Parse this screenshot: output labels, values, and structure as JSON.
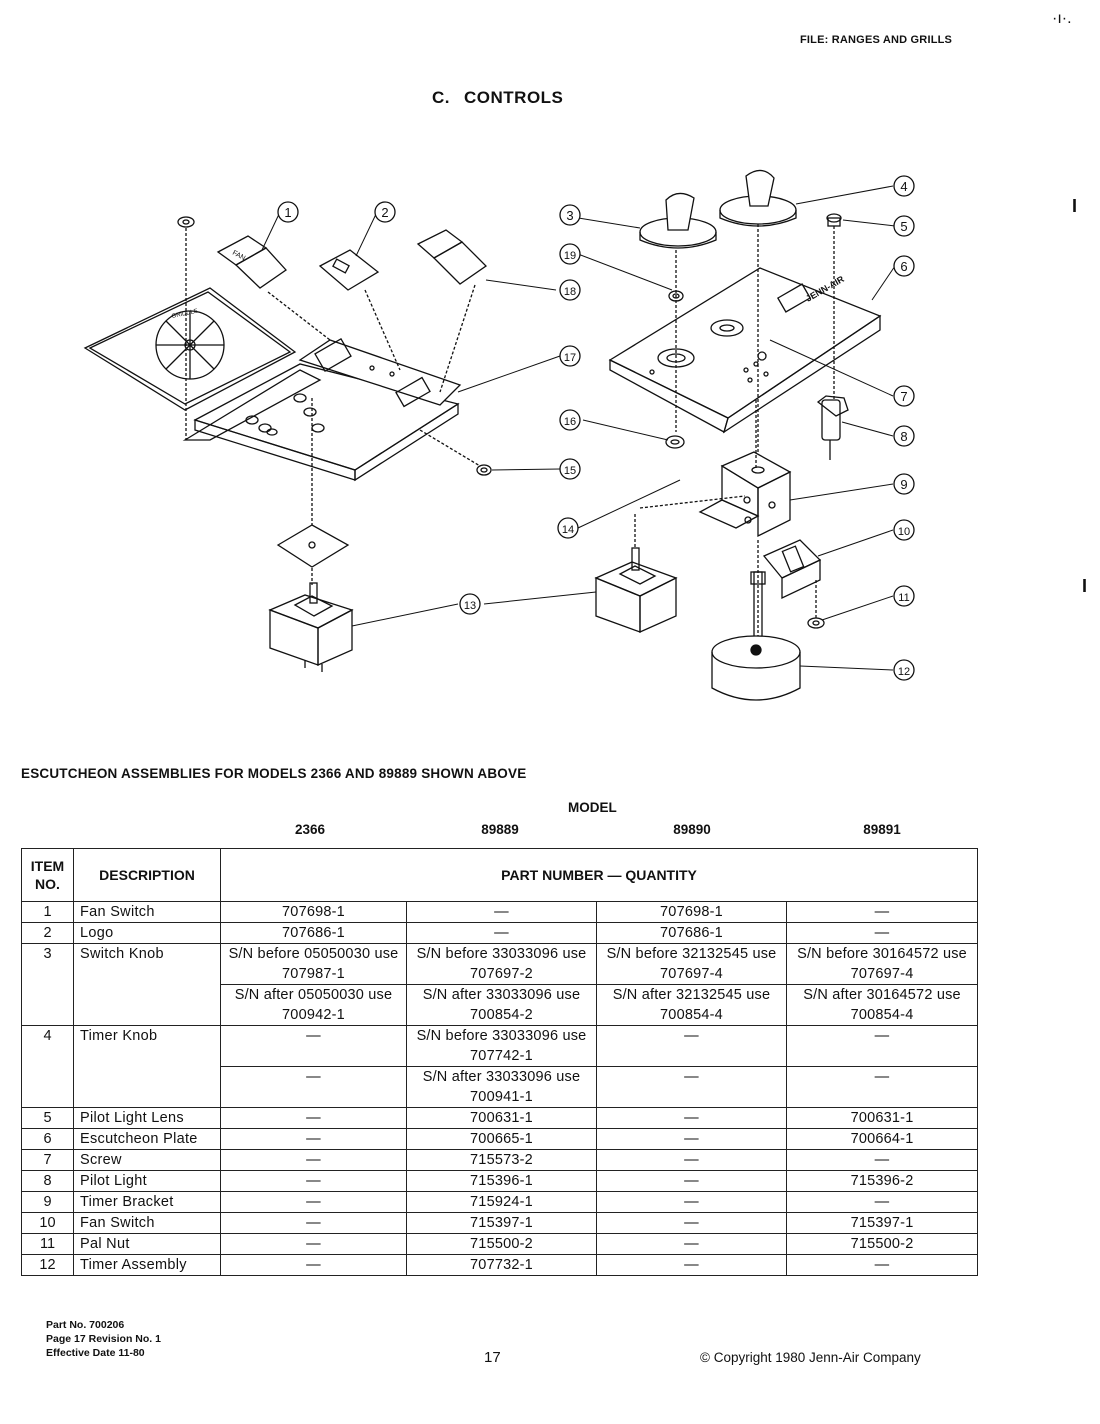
{
  "header": {
    "file_label": "FILE: RANGES AND GRILLS",
    "corner_mark": "·ı·.",
    "section_letter": "C.",
    "section_title": "CONTROLS"
  },
  "diagram": {
    "callouts": [
      "1",
      "2",
      "3",
      "4",
      "5",
      "6",
      "7",
      "8",
      "9",
      "10",
      "11",
      "12",
      "13",
      "14",
      "15",
      "16",
      "17",
      "18",
      "19"
    ],
    "panel_labels": {
      "fan": "FAN",
      "griddle": "GRIDDLE",
      "brand": "JENN-AIR"
    }
  },
  "table_section": {
    "heading": "ESCUTCHEON ASSEMBLIES FOR MODELS 2366 AND 89889 SHOWN ABOVE",
    "model_label": "MODEL",
    "models": [
      "2366",
      "89889",
      "89890",
      "89891"
    ],
    "col_item": "ITEM NO.",
    "col_item_l1": "ITEM",
    "col_item_l2": "NO.",
    "col_desc": "DESCRIPTION",
    "col_part": "PART NUMBER — QUANTITY",
    "rows": [
      {
        "item": "1",
        "desc": "Fan Switch",
        "c": [
          "707698-1",
          "—",
          "707698-1",
          "—"
        ]
      },
      {
        "item": "2",
        "desc": "Logo",
        "c": [
          "707686-1",
          "—",
          "707686-1",
          "—"
        ]
      },
      {
        "item": "3",
        "desc": "Switch Knob",
        "c": [
          "S/N before 05050030 use 707987-1",
          "S/N before 33033096 use 707697-2",
          "S/N before 32132545 use 707697-4",
          "S/N before 30164572 use 707697-4"
        ]
      },
      {
        "item": "",
        "desc": "",
        "c": [
          "S/N after 05050030 use 700942-1",
          "S/N after 33033096 use 700854-2",
          "S/N after 32132545 use 700854-4",
          "S/N after 30164572 use 700854-4"
        ]
      },
      {
        "item": "4",
        "desc": "Timer Knob",
        "c": [
          "—",
          "S/N before 33033096 use 707742-1",
          "—",
          "—"
        ]
      },
      {
        "item": "",
        "desc": "",
        "c": [
          "—",
          "S/N after 33033096 use 700941-1",
          "—",
          "—"
        ]
      },
      {
        "item": "5",
        "desc": "Pilot Light Lens",
        "c": [
          "—",
          "700631-1",
          "—",
          "700631-1"
        ]
      },
      {
        "item": "6",
        "desc": "Escutcheon Plate",
        "c": [
          "—",
          "700665-1",
          "—",
          "700664-1"
        ]
      },
      {
        "item": "7",
        "desc": "Screw",
        "c": [
          "—",
          "715573-2",
          "—",
          "—"
        ]
      },
      {
        "item": "8",
        "desc": "Pilot Light",
        "c": [
          "—",
          "715396-1",
          "—",
          "715396-2"
        ]
      },
      {
        "item": "9",
        "desc": "Timer Bracket",
        "c": [
          "—",
          "715924-1",
          "—",
          "—"
        ]
      },
      {
        "item": "10",
        "desc": "Fan Switch",
        "c": [
          "—",
          "715397-1",
          "—",
          "715397-1"
        ]
      },
      {
        "item": "11",
        "desc": "Pal Nut",
        "c": [
          "—",
          "715500-2",
          "—",
          "715500-2"
        ]
      },
      {
        "item": "12",
        "desc": "Timer Assembly",
        "c": [
          "—",
          "707732-1",
          "—",
          "—"
        ]
      }
    ]
  },
  "footer": {
    "part_no": "Part No. 700206",
    "page_rev": "Page 17 Revision No. 1",
    "effective": "Effective Date 11-80",
    "page_number": "17",
    "copyright": "© Copyright 1980 Jenn-Air Company"
  }
}
